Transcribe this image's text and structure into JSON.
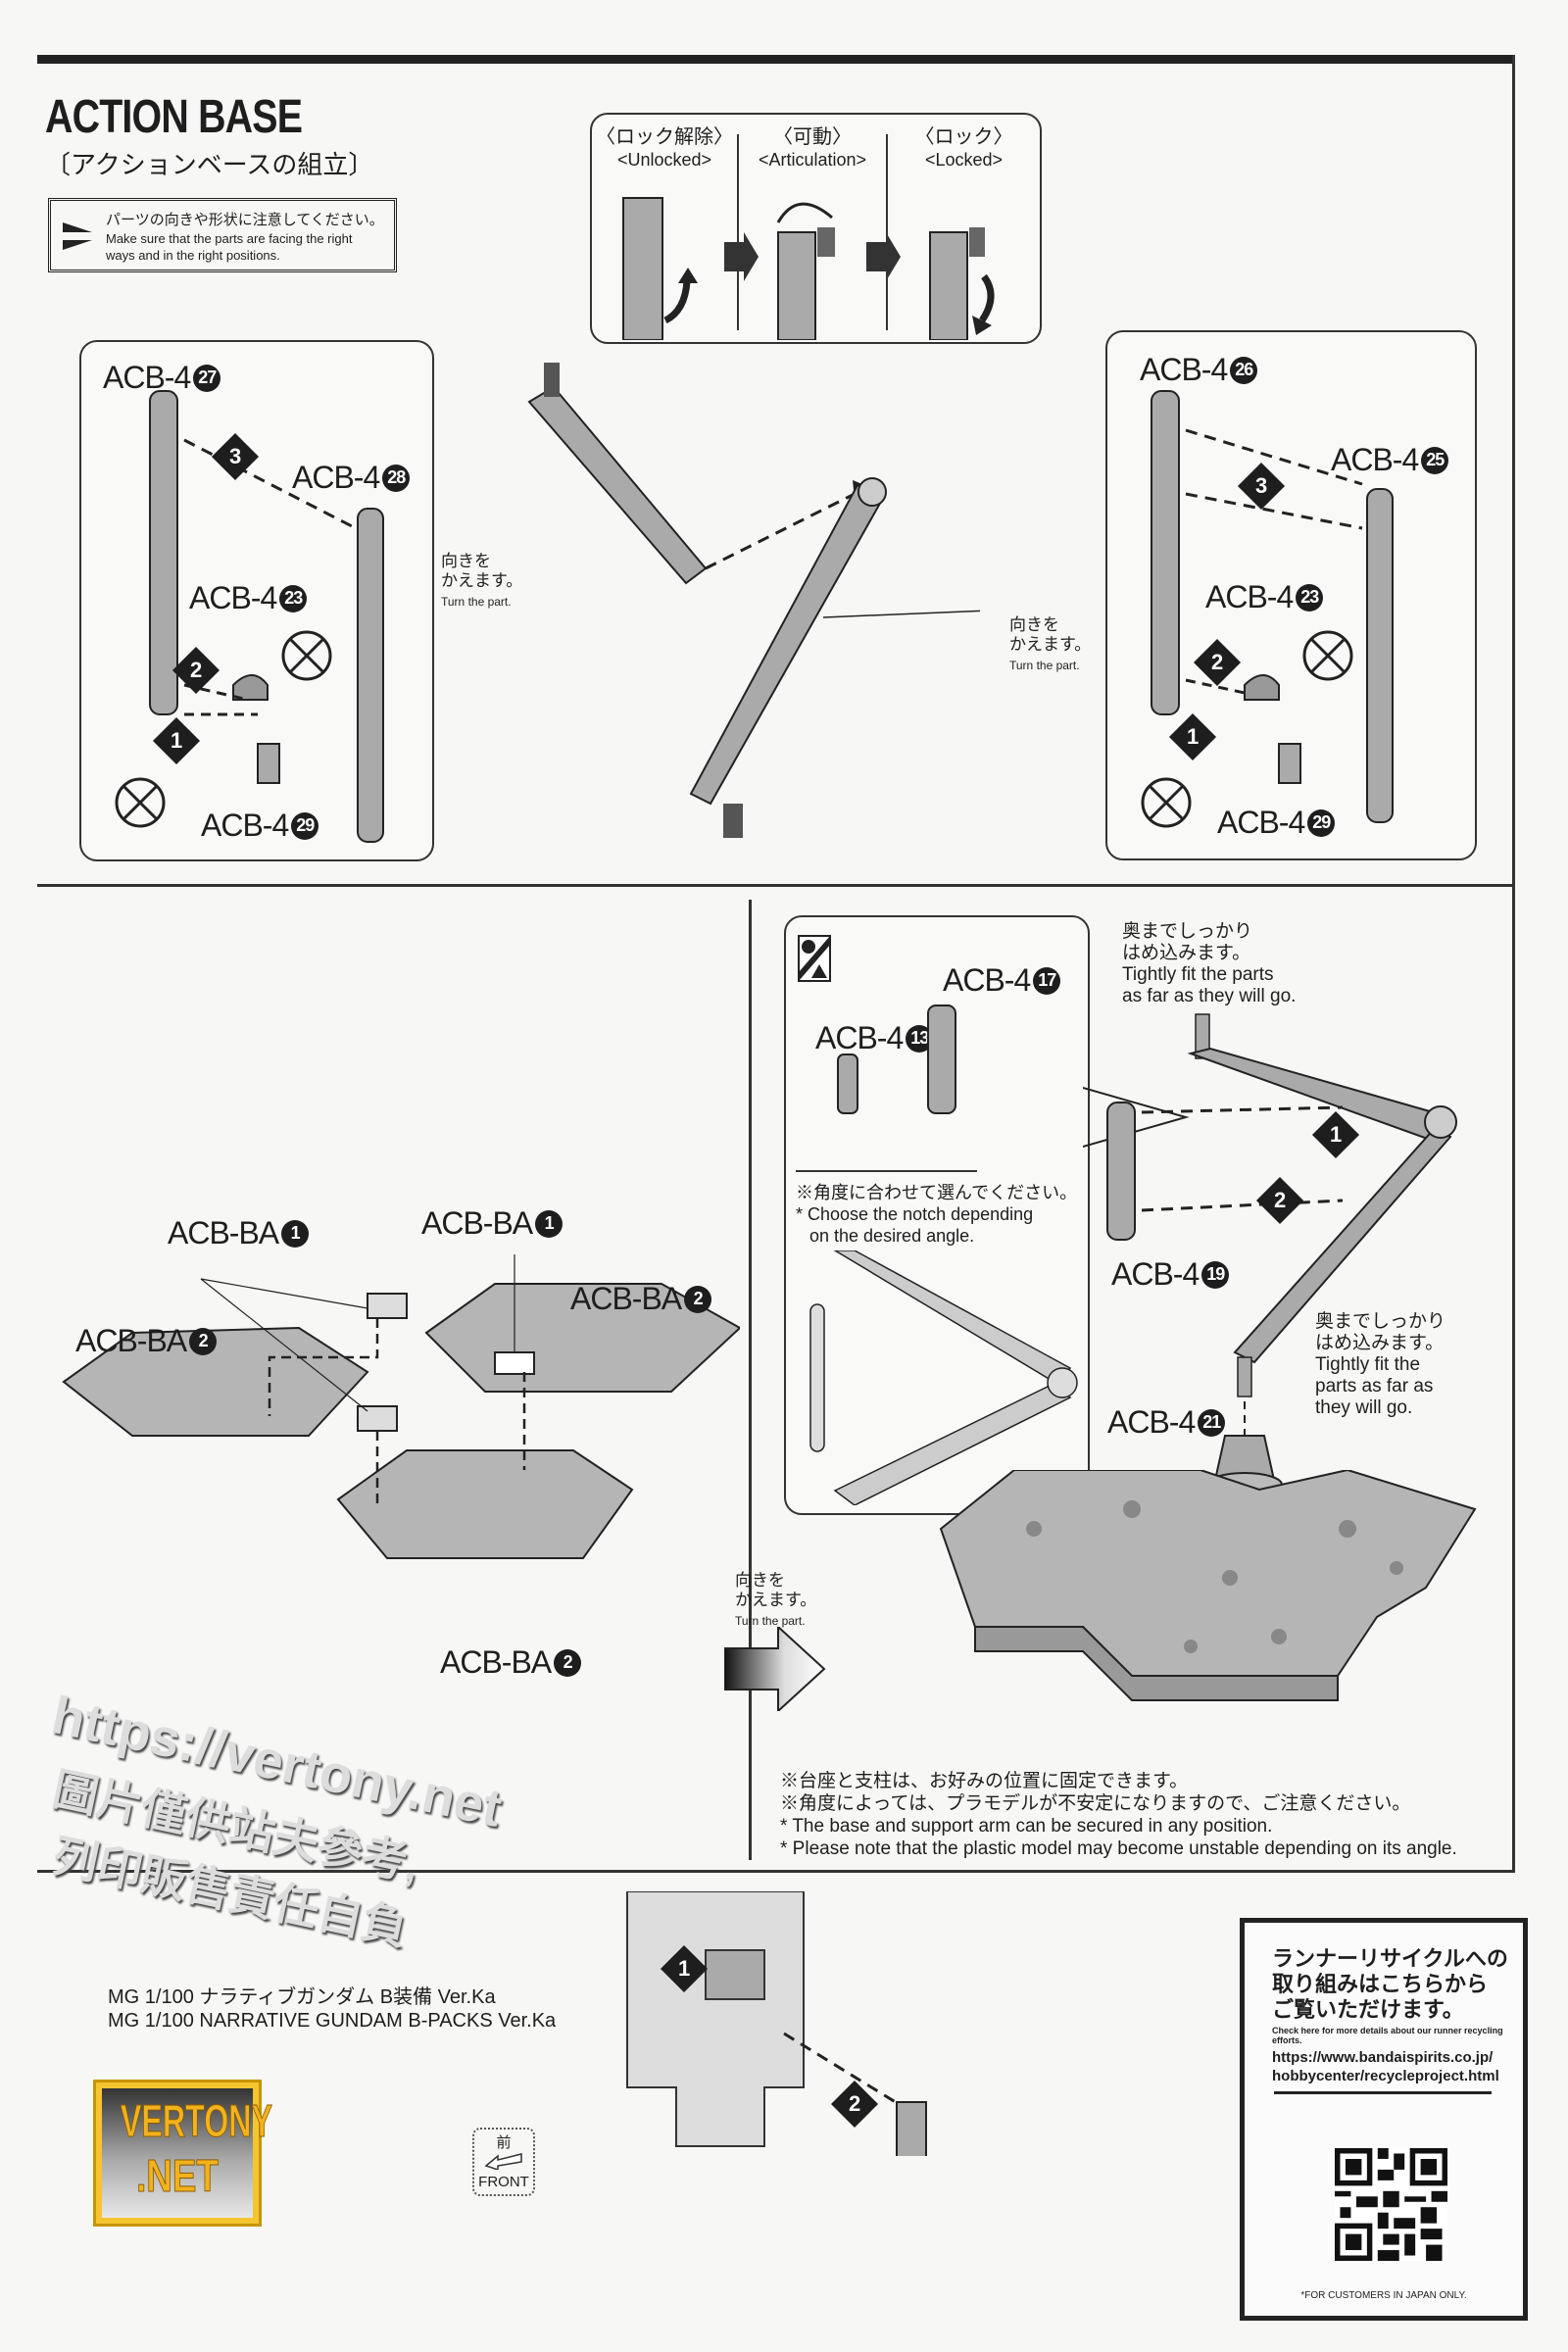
{
  "header": {
    "title": "ACTION BASE",
    "subtitle": "〔アクションベースの組立〕",
    "notice_jp": "パーツの向きや形状に注意してください。",
    "notice_en": "Make sure that the parts are facing the right ways and in the right positions."
  },
  "lock_states": [
    {
      "jp": "〈ロック解除〉",
      "en": "<Unlocked>"
    },
    {
      "jp": "〈可動〉",
      "en": "<Articulation>"
    },
    {
      "jp": "〈ロック〉",
      "en": "<Locked>"
    }
  ],
  "parts": {
    "prefix_acb4": "ACB-4",
    "prefix_acbba": "ACB-BA",
    "left_panel": [
      "27",
      "28",
      "23",
      "29"
    ],
    "right_panel": [
      "26",
      "25",
      "23",
      "29"
    ],
    "inset": [
      "13",
      "17"
    ],
    "arm": [
      "19",
      "21"
    ],
    "base": [
      "1",
      "1",
      "2",
      "2",
      "2"
    ]
  },
  "steps": [
    "1",
    "2",
    "3"
  ],
  "turn_part": {
    "jp": "向きを かえます。",
    "jp1": "向きを",
    "jp2": "かえます。",
    "en": "Turn the part."
  },
  "inset_note": {
    "jp": "※角度に合わせて選んでください。",
    "en1": "* Choose the notch depending",
    "en2": "on the desired angle."
  },
  "fit_note_1": {
    "jp1": "奥までしっかり",
    "jp2": "はめ込みます。",
    "en1": "Tightly fit the parts",
    "en2": "as far as they will go."
  },
  "fit_note_2": {
    "jp1": "奥までしっかり",
    "jp2": "はめ込みます。",
    "en1": "Tightly fit the",
    "en2": "parts as far as",
    "en3": "they will go."
  },
  "base_notes": {
    "jp1": "※台座と支柱は、お好みの位置に固定できます。",
    "jp2": "※角度によっては、プラモデルが不安定になりますので、ご注意ください。",
    "en1": "* The base and support arm can be secured in any position.",
    "en2": "* Please note that the plastic model may become unstable depending on its angle."
  },
  "model": {
    "jp": "MG 1/100 ナラティブガンダム B装備 Ver.Ka",
    "en": "MG 1/100 NARRATIVE GUNDAM B-PACKS Ver.Ka"
  },
  "front_icon": {
    "jp": "前",
    "en": "FRONT"
  },
  "recycle": {
    "jp": "ランナーリサイクルへの取り組みはこちらからご覧いただけます。",
    "jp1": "ランナーリサイクルへの",
    "jp2": "取り組みはこちらから",
    "jp3": "ご覧いただけます。",
    "en": "Check here for more details about our runner recycling efforts.",
    "url1": "https://www.bandaispirits.co.jp/",
    "url2": "hobbycenter/recycleproject.html",
    "footer": "*FOR CUSTOMERS IN JAPAN ONLY."
  },
  "logo": {
    "line1": "VERTONY",
    "line2": ".NET"
  },
  "watermark": {
    "line1": "https://vertony.net",
    "line2": "圖片僅供站夫參考,",
    "line3": "列印販售責任自負"
  },
  "colors": {
    "ink": "#1e1e1e",
    "part_gray": "#a9a9a9",
    "paper": "#f7f7f5",
    "logo_gold": "#f2b21c"
  }
}
